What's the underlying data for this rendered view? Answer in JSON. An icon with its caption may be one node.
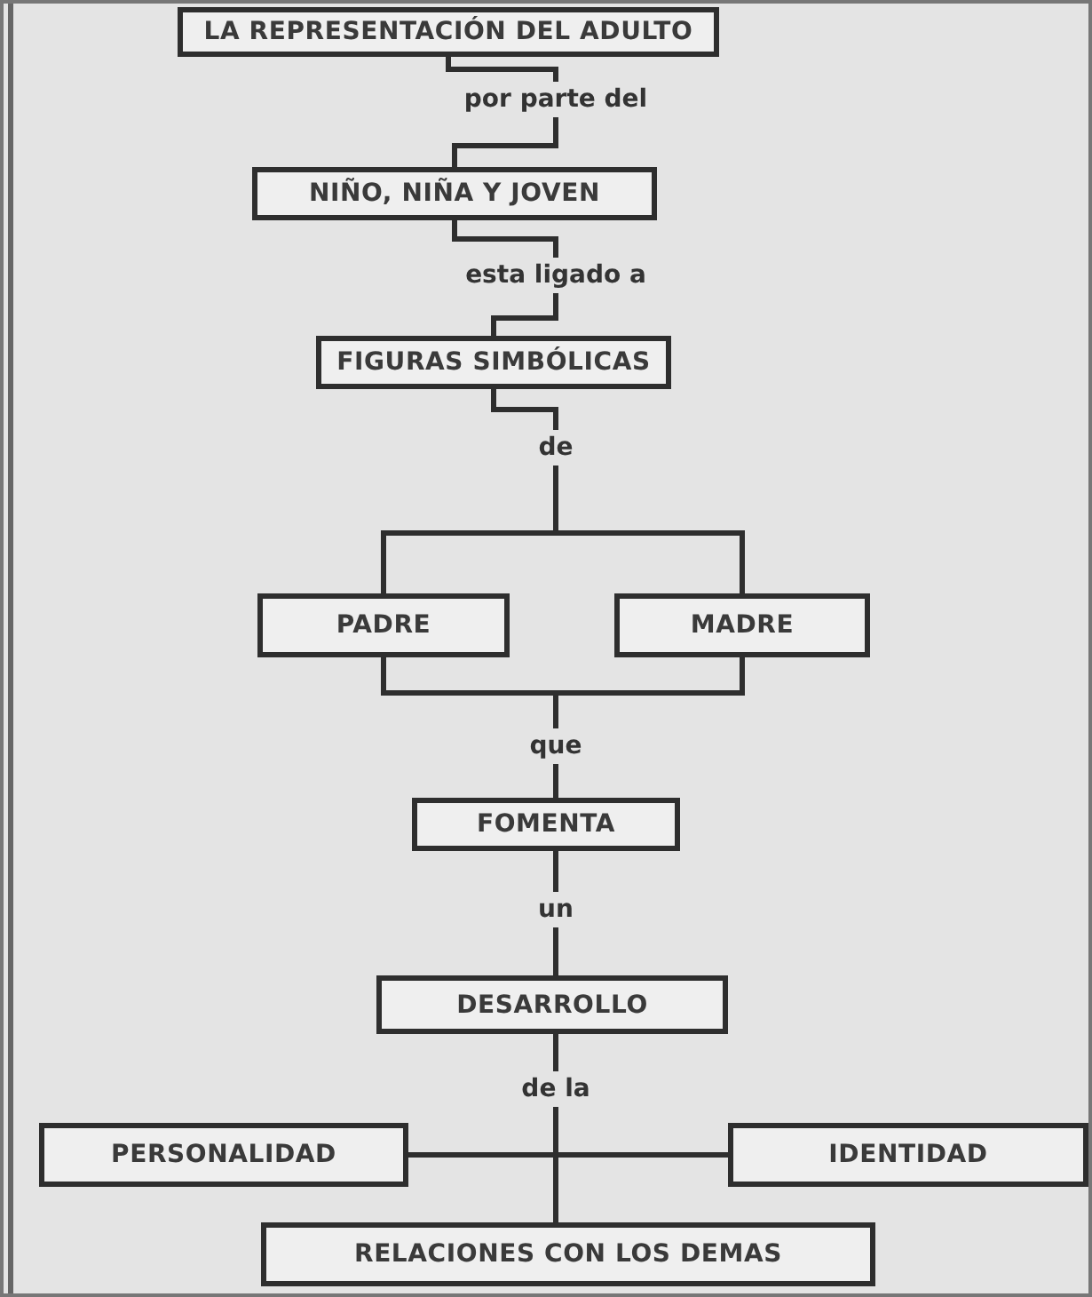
{
  "diagram": {
    "nodes": [
      {
        "text": [
          "LA REPRESENTACIÓN DEL ADULTO"
        ]
      },
      {
        "text": [
          "por parte del"
        ]
      },
      {
        "text": [
          "NIÑO, NIÑA Y JOVEN"
        ]
      },
      {
        "text": [
          "esta ligado a"
        ]
      },
      {
        "text": [
          "FIGURAS SIMBÓLICAS"
        ]
      },
      {
        "text": [
          "de"
        ]
      },
      {
        "text": [
          "PADRE"
        ]
      },
      {
        "text": [
          "MADRE"
        ]
      },
      {
        "text": [
          "que"
        ]
      },
      {
        "text": [
          "FOMENTA"
        ]
      },
      {
        "text": [
          "un"
        ]
      },
      {
        "text": [
          "DESARROLLO"
        ]
      },
      {
        "text": [
          "de la"
        ]
      },
      {
        "text": [
          "PERSONALIDAD"
        ]
      },
      {
        "text": [
          "IDENTIDAD"
        ]
      },
      {
        "text": [
          "RELACIONES CON LOS DEMAS"
        ]
      }
    ],
    "edges": [
      {
        "from": 0,
        "to": 1,
        "arrow": "none"
      },
      {
        "from": 1,
        "to": 2,
        "arrow": "none"
      },
      {
        "from": 2,
        "to": 3,
        "arrow": "none"
      },
      {
        "from": 3,
        "to": 4,
        "arrow": "none"
      },
      {
        "from": 4,
        "to": 5,
        "arrow": "none"
      },
      {
        "from": 5,
        "to": 6,
        "arrow": "none"
      },
      {
        "from": 5,
        "to": 7,
        "arrow": "none"
      },
      {
        "from": 6,
        "to": 8,
        "arrow": "none"
      },
      {
        "from": 7,
        "to": 8,
        "arrow": "none"
      },
      {
        "from": 8,
        "to": 9,
        "arrow": "none"
      },
      {
        "from": 9,
        "to": 10,
        "arrow": "none"
      },
      {
        "from": 10,
        "to": 11,
        "arrow": "none"
      },
      {
        "from": 11,
        "to": 12,
        "arrow": "none"
      },
      {
        "from": 12,
        "to": 13,
        "arrow": "none"
      },
      {
        "from": 12,
        "to": 14,
        "arrow": "none"
      },
      {
        "from": 12,
        "to": 15,
        "arrow": "none"
      }
    ]
  }
}
